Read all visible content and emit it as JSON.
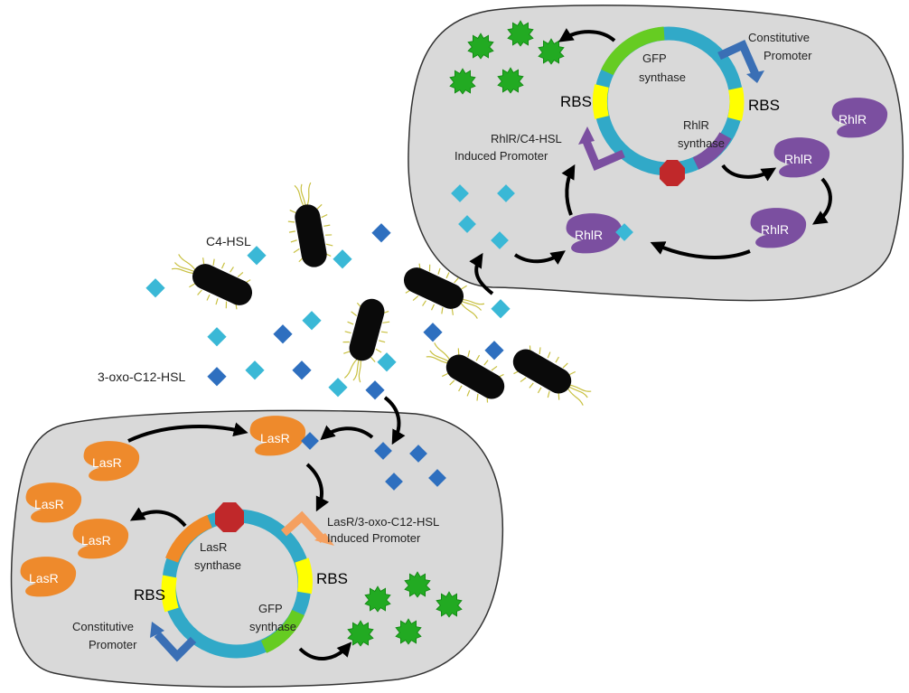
{
  "labels": {
    "c4_hsl": "C4-HSL",
    "oxo_c12_hsl": "3-oxo-C12-HSL",
    "rbs": "RBS",
    "gfp_line1": "GFP",
    "gfp_line2": "synthase",
    "rhlr_syn_line1": "RhlR",
    "rhlr_syn_line2": "synthase",
    "lasr_syn_line1": "LasR",
    "lasr_syn_line2": "synthase",
    "constitutive_line1": "Constitutive",
    "constitutive_line2": "Promoter",
    "rhlr_promoter_line1": "RhlR/C4-HSL",
    "rhlr_promoter_line2": "Induced Promoter",
    "lasr_promoter_line1": "LasR/3-oxo-C12-HSL",
    "lasr_promoter_line2": "Induced Promoter",
    "rhlr": "RhlR",
    "lasr": "LasR"
  },
  "colors": {
    "cell_fill": "#d9d9d9",
    "plasmid_ring": "#31a9c8",
    "rbs": "#ffff00",
    "gfp_gene": "#66cc22",
    "rhlr_gene": "#7b4fa0",
    "lasr_gene": "#f08a28",
    "terminator": "#c0282a",
    "constitutive_promoter": "#3a6fb5",
    "rhlr_promoter": "#7b4fa0",
    "lasr_promoter": "#f5a060",
    "c4_hsl": "#3ab8d6",
    "oxo_c12_hsl": "#2e6fbf",
    "rhlr_protein": "#7b4fa0",
    "lasr_protein": "#ee8a2c",
    "gfp_protein": "#22aa22"
  }
}
